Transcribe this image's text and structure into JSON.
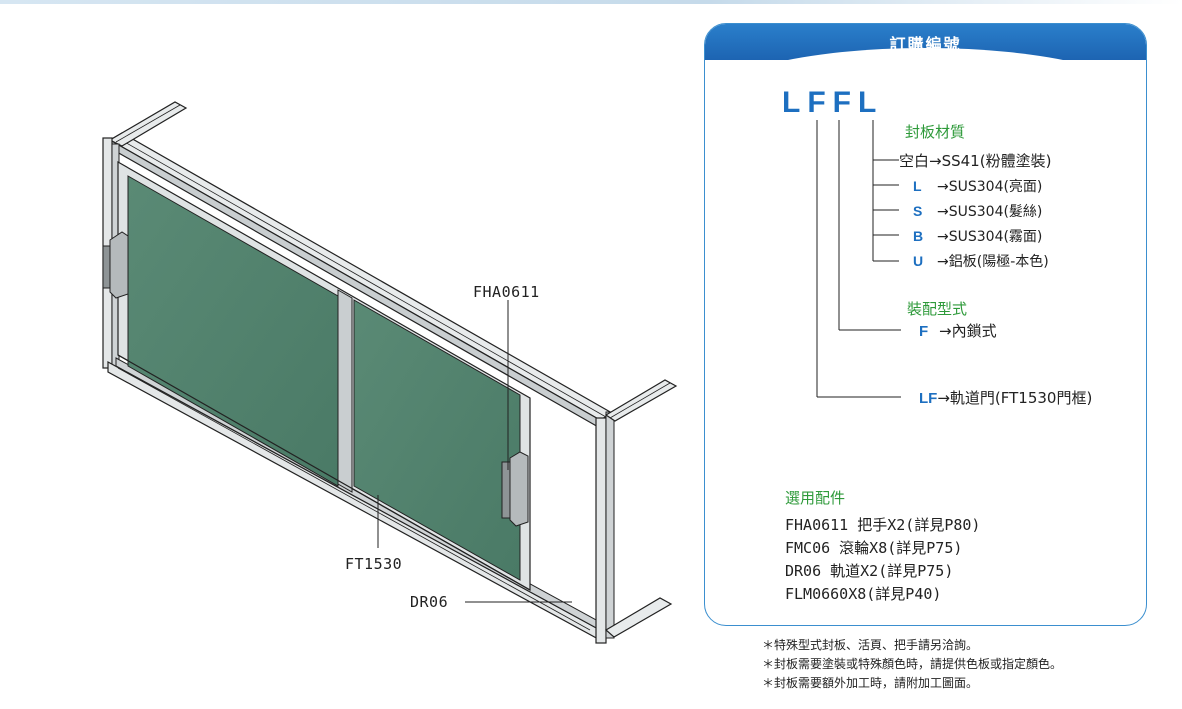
{
  "labels": {
    "fha": "FHA0611",
    "ft": "FT1530",
    "dr": "DR06"
  },
  "panel": {
    "title": "訂購編號",
    "code": "LFFL",
    "material_title": "封板材質",
    "materials": [
      {
        "key": "空白",
        "text": "→SS41(粉體塗裝)"
      },
      {
        "key": "L",
        "text": "→SUS304(亮面)"
      },
      {
        "key": "S",
        "text": "→SUS304(髮絲)"
      },
      {
        "key": "B",
        "text": "→SUS304(霧面)"
      },
      {
        "key": "U",
        "text": "→鋁板(陽極-本色)"
      }
    ],
    "fitting_title": "裝配型式",
    "fitting": {
      "key": "F",
      "text": "→內鎖式"
    },
    "door": {
      "key": "LF",
      "text": "→軌道門(FT1530門框)"
    },
    "accessories_title": "選用配件",
    "accessories": [
      "FHA0611 把手X2(詳見P80)",
      "FMC06 滾輪X8(詳見P75)",
      "DR06 軌道X2(詳見P75)",
      "FLM0660X8(詳見P40)"
    ]
  },
  "notes": [
    "＊特殊型式封板、活頁、把手請另洽詢。",
    "＊封板需要塗裝或特殊顏色時，請提供色板或指定顏色。",
    "＊封板需要額外加工時，請附加工圖面。"
  ],
  "colors": {
    "accent": "#1d6fc0",
    "green": "#2e9a3a",
    "panel_glass": "#4f7f6b",
    "frame": "#d8dcde"
  }
}
